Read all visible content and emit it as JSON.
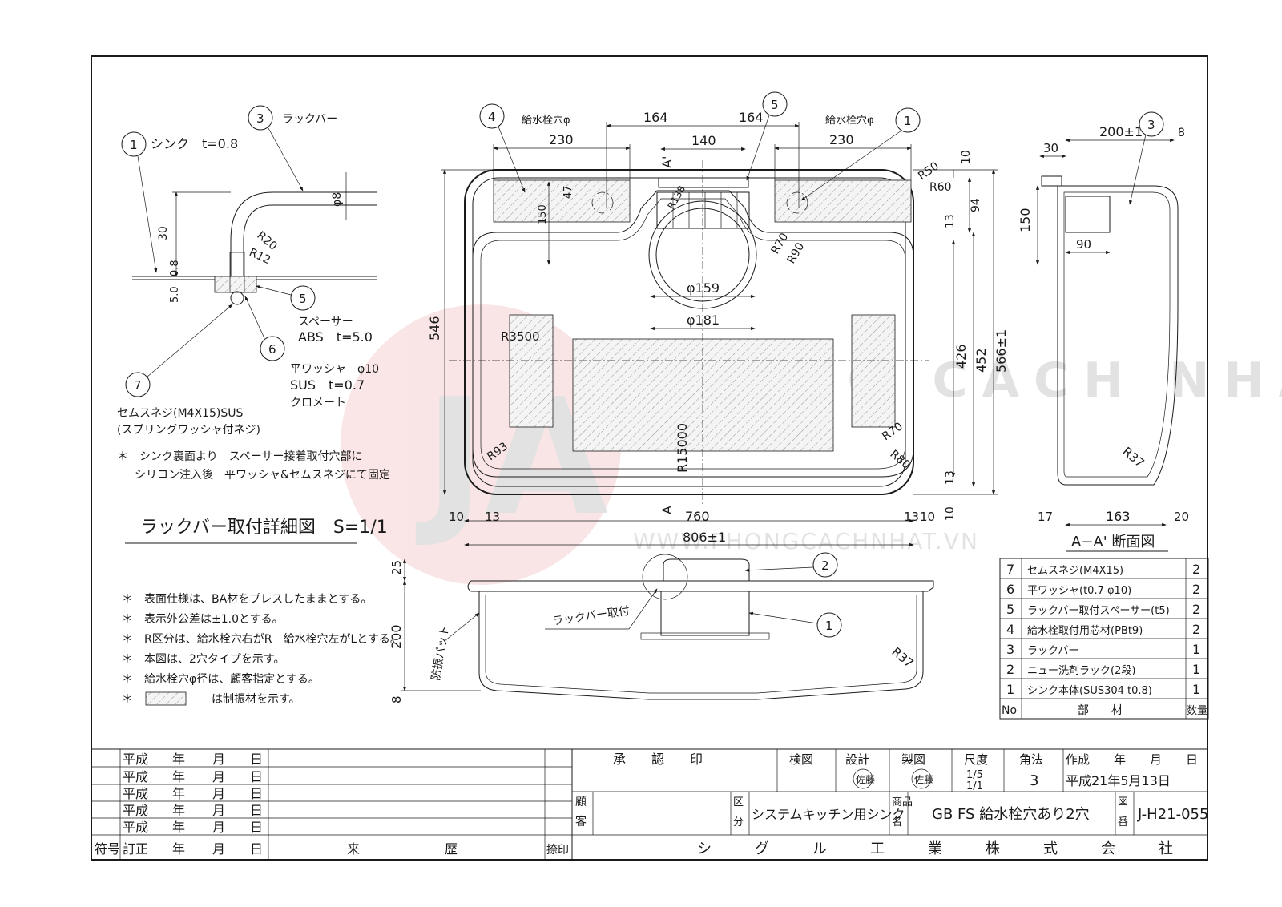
{
  "detail": {
    "balloon1_label": "シンク　t=0.8",
    "balloon3_label": "ラックバー",
    "dim_30": "30",
    "dim_phi8": "φ8",
    "dim_R20": "R20",
    "dim_R12": "R12",
    "dim_08": "0.8",
    "dim_50": "5.0",
    "spacer_label": "スペーサー",
    "spacer_spec": "ABS　t=5.0",
    "washer_label": "平ワッシャ　φ10",
    "washer_spec": "SUS　t=0.7",
    "washer_finish": "クロメート",
    "screw_label": "セムスネジ(M4X15)SUS",
    "screw_sub": "(スプリングワッシャ付ネジ)",
    "note_line1": "＊　シンク裏面より　スペーサー接着取付穴部に",
    "note_line2": "シリコン注入後　平ワッシャ&セムスネジにて固定",
    "title": "ラックバー取付詳細図　S=1/1"
  },
  "balloons": [
    "1",
    "3",
    "5",
    "6",
    "7",
    "4",
    "5",
    "1",
    "3",
    "2",
    "1"
  ],
  "plan": {
    "faucet_hole_label": "給水栓穴φ",
    "dim_164a": "164",
    "dim_164b": "164",
    "dim_230a": "230",
    "dim_230b": "230",
    "dim_140": "140",
    "dim_47": "47",
    "dim_150": "150",
    "dim_R138": "R138",
    "section_A1": "A'",
    "section_A2": "A",
    "dim_R50": "R50",
    "dim_R60": "R60",
    "dim_10t": "10",
    "dim_94": "94",
    "dim_13t": "13",
    "dim_R70t": "R70",
    "dim_R90": "R90",
    "dim_phi159": "φ159",
    "dim_phi181": "φ181",
    "dim_546": "546",
    "dim_R3500": "R3500",
    "dim_426": "426",
    "dim_452": "452",
    "dim_566": "566±1",
    "dim_R15000": "R15000",
    "dim_R70b": "R70",
    "dim_R80": "R80",
    "dim_R93": "R93",
    "dim_13b": "13",
    "dim_10b": "10",
    "dim_10l": "10",
    "dim_13l": "13",
    "dim_760": "760",
    "dim_13r": "13",
    "dim_10r": "10",
    "dim_806": "806±1"
  },
  "section": {
    "dim_30": "30",
    "dim_200": "200±1",
    "dim_8": "8",
    "dim_150": "150",
    "dim_90": "90",
    "dim_R37": "R37",
    "dim_17": "17",
    "dim_163": "163",
    "dim_20": "20",
    "title": "A−A' 断面図"
  },
  "front": {
    "dim_25": "25",
    "dim_200": "200",
    "dim_8": "8",
    "rackbar_label": "ラックバー取付",
    "pad_label": "防振パット",
    "dim_R37": "R37"
  },
  "notes": [
    "＊　表面仕様は、BA材をプレスしたままとする。",
    "＊　表示外公差は±1.0とする。",
    "＊　R区分は、給水栓穴右がR　給水栓穴左がLとする。",
    "＊　本図は、2穴タイプを示す。",
    "＊　給水栓穴φ径は、顧客指定とする。",
    "＊　　　　　　　は制振材を示す。"
  ],
  "parts": {
    "header": [
      "No",
      "部　　材",
      "数量"
    ],
    "rows": [
      [
        "7",
        "セムスネジ(M4X15)",
        "2"
      ],
      [
        "6",
        "平ワッシャ(t0.7 φ10)",
        "2"
      ],
      [
        "5",
        "ラックバー取付スペーサー(t5)",
        "2"
      ],
      [
        "4",
        "給水栓取付用芯材(PBt9)",
        "2"
      ],
      [
        "3",
        "ラックバー",
        "1"
      ],
      [
        "2",
        "ニュー洗剤ラック(2段)",
        "1"
      ],
      [
        "1",
        "シンク本体(SUS304 t0.8)",
        "1"
      ]
    ]
  },
  "titleblock": {
    "rev_rows": [
      [
        "平成",
        "年",
        "月",
        "日"
      ],
      [
        "平成",
        "年",
        "月",
        "日"
      ],
      [
        "平成",
        "年",
        "月",
        "日"
      ],
      [
        "平成",
        "年",
        "月",
        "日"
      ],
      [
        "平成",
        "年",
        "月",
        "日"
      ]
    ],
    "rev_footer": [
      "符号",
      "訂正",
      "年",
      "月",
      "日",
      "来",
      "歴",
      "捺印"
    ],
    "approval": "承　　認　　印",
    "inspect": "検図",
    "design": "設計",
    "drawn": "製図",
    "stamp": "佐藤",
    "scale_label": "尺度",
    "scale_value1": "1/5",
    "scale_value2": "1/1",
    "angle_label": "角法",
    "angle_value": "3",
    "date_label": "作成　　年　　月　　日",
    "date_value": "平成21年5月13日",
    "customer_label": "顧客",
    "category_label": "区分",
    "category_value": "システムキッチン用シンク",
    "product_label": "商品名",
    "product_value": "GB FS 給水栓穴あり2穴",
    "drawing_no_label": "図番",
    "drawing_no": "J-H21-055",
    "company": "シ　　　グ　　　ル　　　工　　　業　　　株　　　式　　　会　　　社"
  },
  "watermark": {
    "brand": "PHONG CÁCH NHẬT",
    "url": "WWW.PHONGCACHNHAT.VN",
    "logo": "JA"
  }
}
